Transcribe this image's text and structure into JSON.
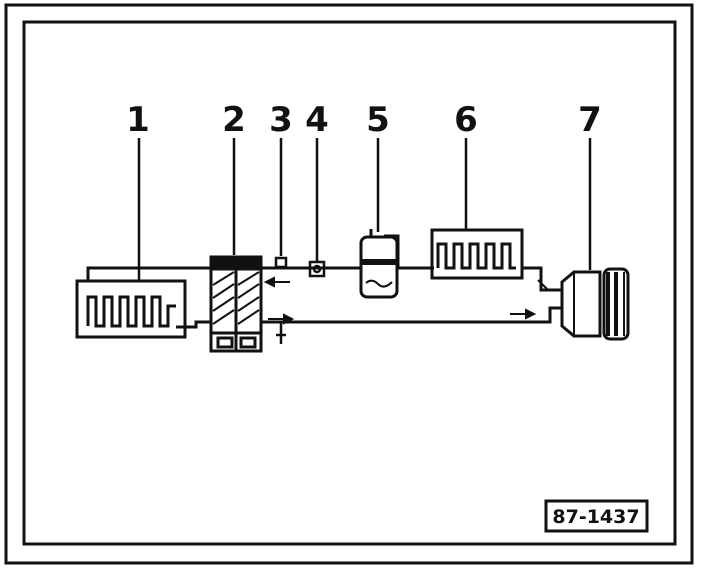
{
  "labels": [
    "1",
    "2",
    "3",
    "4",
    "5",
    "6",
    "7"
  ],
  "figure_ref": "87-1437"
}
